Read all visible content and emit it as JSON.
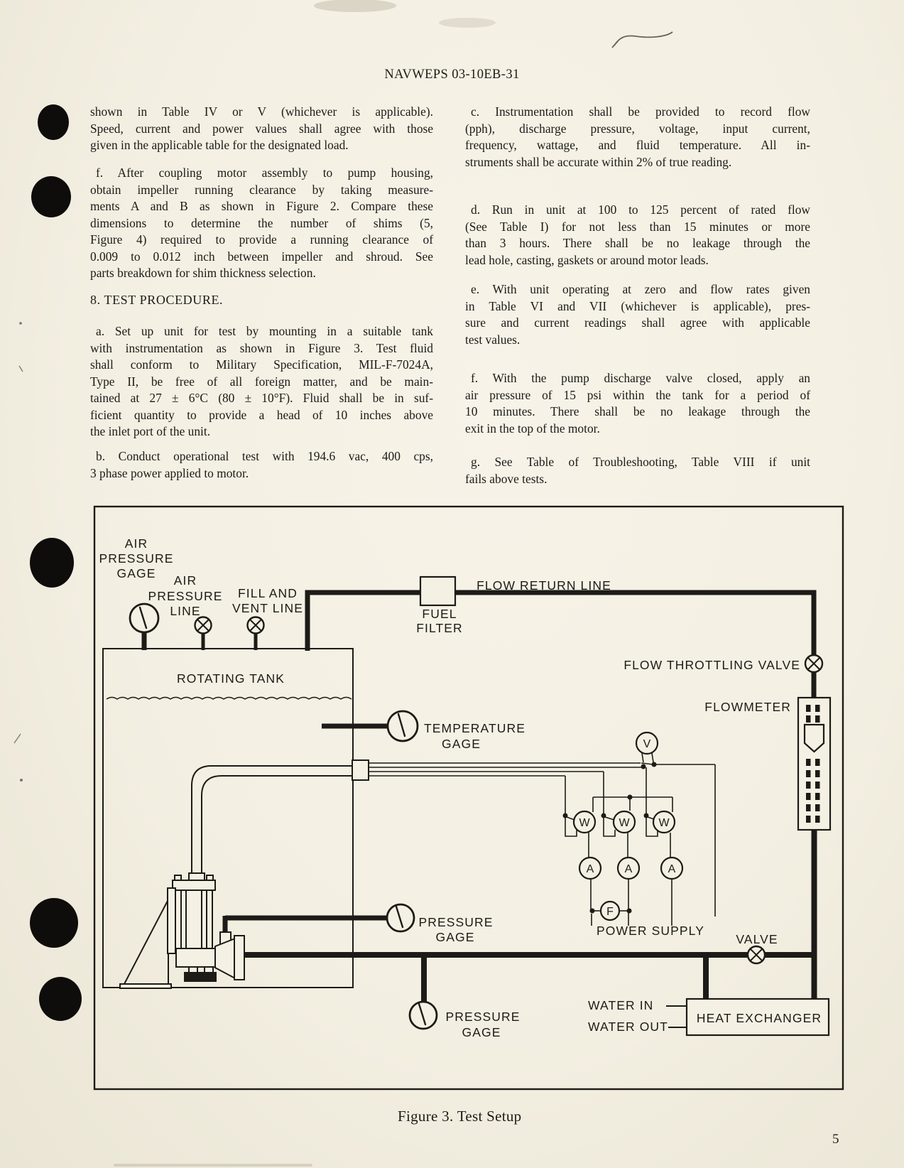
{
  "colors": {
    "paper": "#f4f0e3",
    "ink": "#1d1b17"
  },
  "text": {
    "header": "NAVWEPS 03-10EB-31",
    "left": {
      "p1": [
        "shown in Table IV or V (whichever is applicable).",
        "Speed, current and power values shall agree with those",
        "given in the applicable table for the designated load."
      ],
      "f": [
        "f.  After coupling motor assembly to pump housing,",
        "obtain impeller running clearance by taking measure-",
        "ments A and B as shown in Figure 2.  Compare these",
        "dimensions to determine the number of shims (5,",
        "Figure 4) required to provide a running clearance of",
        "0.009 to 0.012 inch between impeller and shroud.  See",
        "parts breakdown for shim thickness selection."
      ],
      "heading": "8.  TEST PROCEDURE.",
      "a": [
        "a.  Set up unit for test by mounting in a suitable tank",
        "with instrumentation as shown in Figure 3.  Test fluid",
        "shall conform to Military Specification, MIL-F-7024A,",
        "Type II, be free of all foreign matter, and be main-",
        "tained at 27 ± 6°C (80 ± 10°F).  Fluid shall be in suf-",
        "ficient quantity to provide a head of 10 inches above",
        "the inlet port of the unit."
      ],
      "b": [
        "b.  Conduct operational test with 194.6 vac, 400 cps,",
        "3 phase power applied to motor."
      ]
    },
    "right": {
      "c": [
        "c.  Instrumentation shall be provided to record flow",
        "(pph), discharge pressure, voltage, input current,",
        "frequency, wattage, and fluid temperature.  All in-",
        "struments shall be accurate within 2% of true reading."
      ],
      "d": [
        "d.  Run in unit at 100 to 125 percent of rated flow",
        "(See Table I) for not less than 15 minutes or more",
        "than 3 hours.  There shall be no leakage through the",
        "lead hole, casting, gaskets or around motor leads."
      ],
      "e": [
        "e.  With unit operating at zero and flow rates given",
        "in Table VI and VII (whichever is applicable), pres-",
        "sure and current readings shall agree with applicable",
        "test values."
      ],
      "f": [
        "f.  With the pump discharge valve closed, apply an",
        "air pressure of 15 psi within the tank for a period of",
        "10 minutes.  There shall be no leakage through the",
        "exit in the top of the motor."
      ],
      "g": [
        "g.  See Table of Troubleshooting, Table VIII if unit",
        "fails above tests."
      ]
    },
    "caption": "Figure 3.  Test Setup",
    "page_number": "5"
  },
  "figure": {
    "labels": {
      "air_pressure_gage_1": "AIR",
      "air_pressure_gage_2": "PRESSURE",
      "air_pressure_gage_3": "GAGE",
      "air_pressure_line_1": "AIR",
      "air_pressure_line_2": "PRESSURE",
      "air_pressure_line_3": "LINE",
      "fill_vent_1": "FILL AND",
      "fill_vent_2": "VENT LINE",
      "flow_return_line": "FLOW RETURN LINE",
      "fuel_filter_1": "FUEL",
      "fuel_filter_2": "FILTER",
      "rotating_tank": "ROTATING TANK",
      "flow_throttling_valve": "FLOW THROTTLING VALVE",
      "flowmeter": "FLOWMETER",
      "temperature_gage_1": "TEMPERATURE",
      "temperature_gage_2": "GAGE",
      "pressure_gage1_1": "PRESSURE",
      "pressure_gage1_2": "GAGE",
      "power_supply": "POWER SUPPLY",
      "valve": "VALVE",
      "water_in": "WATER IN",
      "water_out": "WATER OUT",
      "heat_exchanger": "HEAT EXCHANGER",
      "pressure_gage2_1": "PRESSURE",
      "pressure_gage2_2": "GAGE"
    },
    "meters": {
      "voltmeter": "V",
      "wattmeter": "W",
      "ammeter": "A",
      "frequency_meter": "F"
    }
  }
}
